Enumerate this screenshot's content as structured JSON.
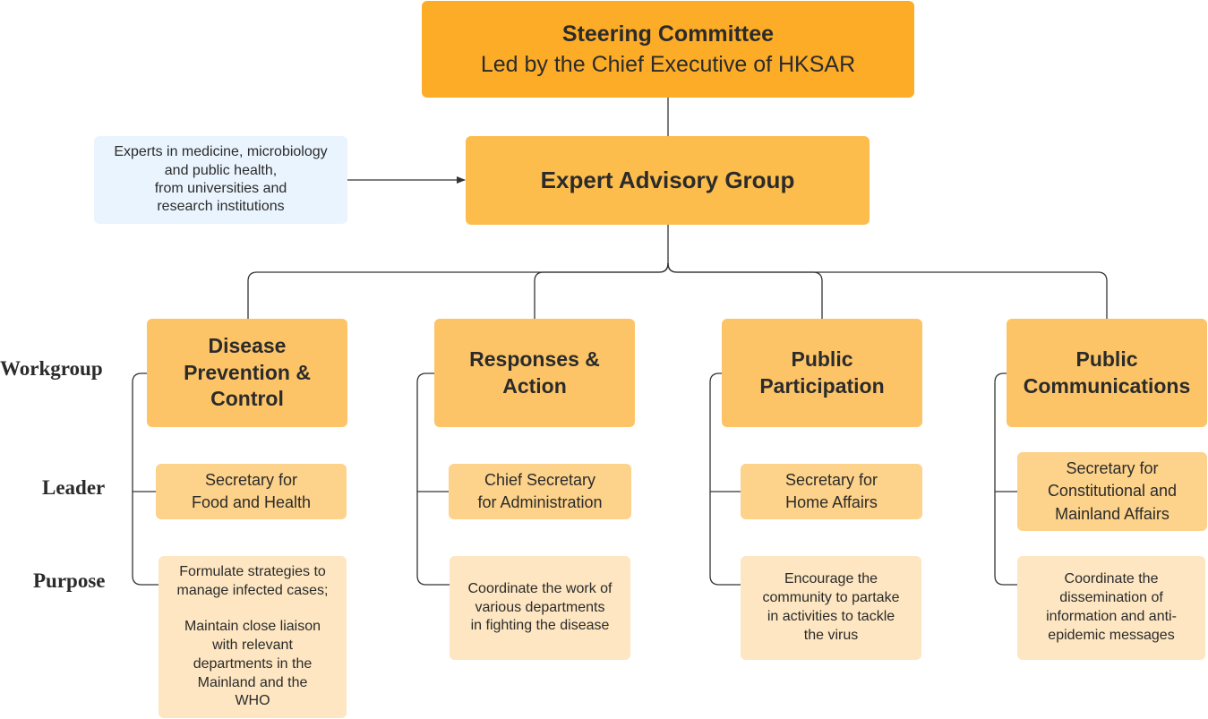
{
  "steering": {
    "title": "Steering Committee",
    "subtitle": "Led by the Chief Executive of HKSAR"
  },
  "advisory": {
    "title": "Expert Advisory Group"
  },
  "experts": {
    "lines": [
      "Experts in medicine, microbiology",
      "and public health,",
      "from universities and",
      "research institutions"
    ]
  },
  "row_labels": {
    "workgroup": "Workgroup",
    "leader": "Leader",
    "purpose": "Purpose"
  },
  "groups": [
    {
      "workgroup": [
        "Disease",
        "Prevention &",
        "Control"
      ],
      "leader": [
        "Secretary for",
        "Food and Health"
      ],
      "purpose_1": [
        "Formulate strategies to",
        "manage infected cases;"
      ],
      "purpose_2": [
        "Maintain close liaison",
        "with relevant",
        "departments in the",
        "Mainland and the",
        "WHO"
      ]
    },
    {
      "workgroup": [
        "Responses &",
        "Action"
      ],
      "leader": [
        "Chief Secretary",
        "for Administration"
      ],
      "purpose_1": [
        "Coordinate the work of",
        "various departments",
        "in fighting the disease"
      ]
    },
    {
      "workgroup": [
        "Public",
        "Participation"
      ],
      "leader": [
        "Secretary for",
        "Home Affairs"
      ],
      "purpose_1": [
        "Encourage the",
        "community to partake",
        "in activities to tackle",
        "the virus"
      ]
    },
    {
      "workgroup": [
        "Public",
        "Communications"
      ],
      "leader": [
        "Secretary for",
        "Constitutional and",
        "Mainland Affairs"
      ],
      "purpose_1": [
        "Coordinate the",
        "dissemination of",
        "information and anti-",
        "epidemic messages"
      ]
    }
  ]
}
